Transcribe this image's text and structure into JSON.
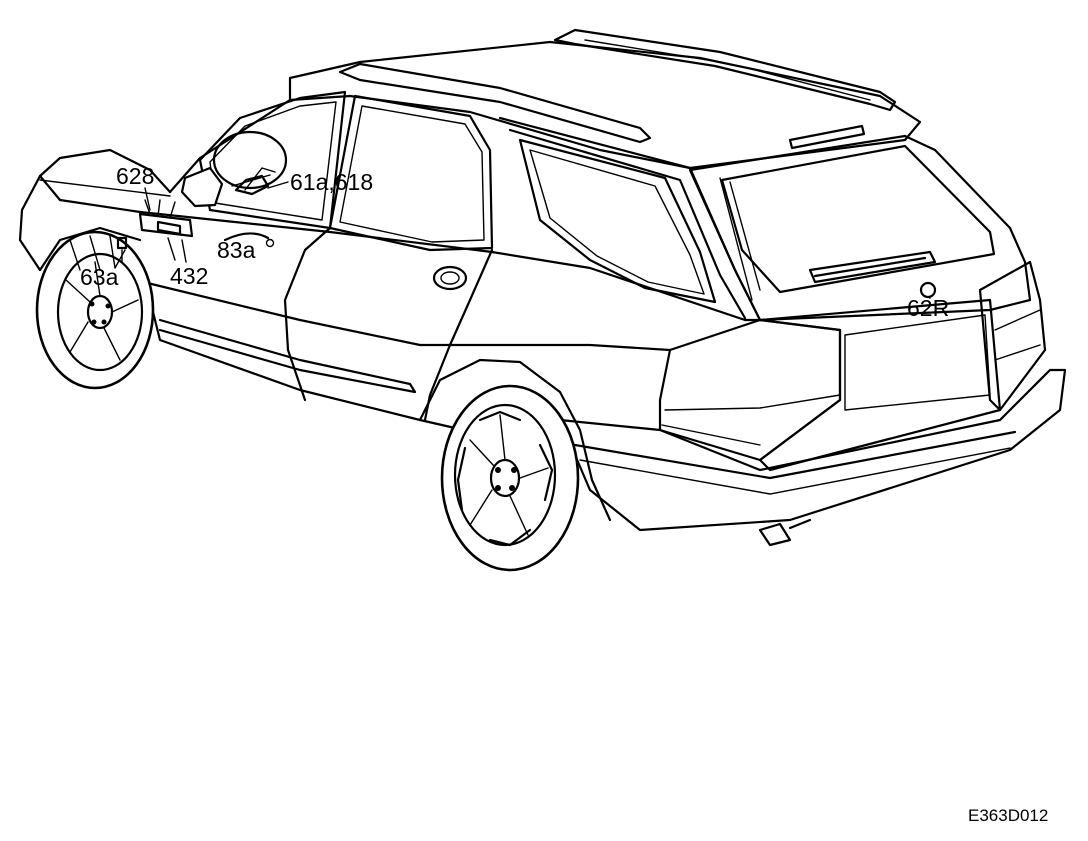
{
  "diagram": {
    "drawing_reference": "E363D012",
    "labels": [
      {
        "id": "628",
        "text": "628"
      },
      {
        "id": "61a618",
        "text": "61a,618"
      },
      {
        "id": "83a",
        "text": "83a"
      },
      {
        "id": "63a",
        "text": "63a"
      },
      {
        "id": "432",
        "text": "432"
      },
      {
        "id": "62R",
        "text": "62R"
      }
    ]
  }
}
